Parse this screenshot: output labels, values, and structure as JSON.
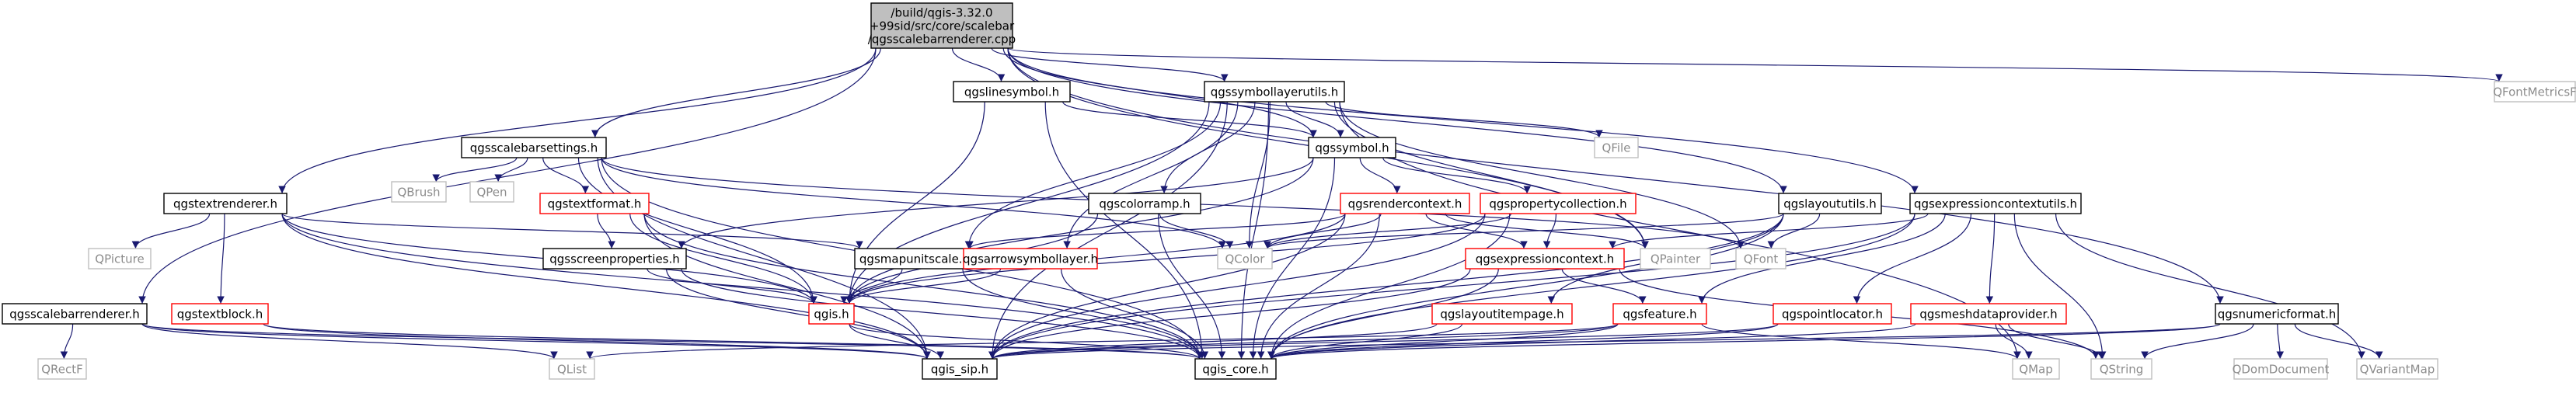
{
  "colors": {
    "edge": "#191970",
    "root_fill": "#bfbfbf",
    "root_stroke": "#000000",
    "normal_fill": "#ffffff",
    "normal_stroke": "#000000",
    "ext_stroke": "#bfbfbf",
    "ext_text": "#8c8c8c",
    "red_stroke": "#ff0000",
    "text": "#000000"
  },
  "nodes": {
    "root": {
      "lines": [
        "/build/qgis-3.32.0",
        "+99sid/src/core/scalebar",
        "/qgsscalebarrenderer.cpp"
      ],
      "kind": "root"
    },
    "qgslinesymbol": {
      "lines": [
        "qgslinesymbol.h"
      ],
      "kind": "normal"
    },
    "qgssymbollayerutils": {
      "lines": [
        "qgssymbollayerutils.h"
      ],
      "kind": "normal"
    },
    "qfontmetricsf": {
      "lines": [
        "QFontMetricsF"
      ],
      "kind": "external"
    },
    "qgsscalebarsettings": {
      "lines": [
        "qgsscalebarsettings.h"
      ],
      "kind": "normal"
    },
    "qgssymbol": {
      "lines": [
        "qgssymbol.h"
      ],
      "kind": "normal"
    },
    "qfile": {
      "lines": [
        "QFile"
      ],
      "kind": "external"
    },
    "qbrush": {
      "lines": [
        "QBrush"
      ],
      "kind": "external"
    },
    "qpen": {
      "lines": [
        "QPen"
      ],
      "kind": "external"
    },
    "qgstextformat": {
      "lines": [
        "qgstextformat.h"
      ],
      "kind": "red"
    },
    "qgstextrenderer": {
      "lines": [
        "qgstextrenderer.h"
      ],
      "kind": "normal"
    },
    "qgscolorramp": {
      "lines": [
        "qgscolorramp.h"
      ],
      "kind": "normal"
    },
    "qgsrendercontext": {
      "lines": [
        "qgsrendercontext.h"
      ],
      "kind": "red"
    },
    "qgspropertycollection": {
      "lines": [
        "qgspropertycollection.h"
      ],
      "kind": "red"
    },
    "qgslayoututils": {
      "lines": [
        "qgslayoututils.h"
      ],
      "kind": "normal"
    },
    "qgsexpressioncontextutils": {
      "lines": [
        "qgsexpressioncontextutils.h"
      ],
      "kind": "normal"
    },
    "qpicture": {
      "lines": [
        "QPicture"
      ],
      "kind": "external"
    },
    "qgsscreenproperties": {
      "lines": [
        "qgsscreenproperties.h"
      ],
      "kind": "normal"
    },
    "qgsmapunitscale": {
      "lines": [
        "qgsmapunitscale.h"
      ],
      "kind": "normal"
    },
    "qgsarrowsymbollayer": {
      "lines": [
        "qgsarrowsymbollayer.h"
      ],
      "kind": "red"
    },
    "qcolor": {
      "lines": [
        "QColor"
      ],
      "kind": "external"
    },
    "qgsexpressioncontext": {
      "lines": [
        "qgsexpressioncontext.h"
      ],
      "kind": "red"
    },
    "qpainter": {
      "lines": [
        "QPainter"
      ],
      "kind": "external"
    },
    "qfont": {
      "lines": [
        "QFont"
      ],
      "kind": "external"
    },
    "qgsscalebarrenderer": {
      "lines": [
        "qgsscalebarrenderer.h"
      ],
      "kind": "normal"
    },
    "qgstextblock": {
      "lines": [
        "qgstextblock.h"
      ],
      "kind": "red"
    },
    "qgis": {
      "lines": [
        "qgis.h"
      ],
      "kind": "red"
    },
    "qgslayoutitempage": {
      "lines": [
        "qgslayoutitempage.h"
      ],
      "kind": "red"
    },
    "qgsfeature": {
      "lines": [
        "qgsfeature.h"
      ],
      "kind": "red"
    },
    "qgspointlocator": {
      "lines": [
        "qgspointlocator.h"
      ],
      "kind": "red"
    },
    "qgsmeshdataprovider": {
      "lines": [
        "qgsmeshdataprovider.h"
      ],
      "kind": "red"
    },
    "qgsnumericformat": {
      "lines": [
        "qgsnumericformat.h"
      ],
      "kind": "normal"
    },
    "qrectf": {
      "lines": [
        "QRectF"
      ],
      "kind": "external"
    },
    "qlist": {
      "lines": [
        "QList"
      ],
      "kind": "external"
    },
    "qgis_sip": {
      "lines": [
        "qgis_sip.h"
      ],
      "kind": "normal"
    },
    "qgis_core": {
      "lines": [
        "qgis_core.h"
      ],
      "kind": "normal"
    },
    "qmap": {
      "lines": [
        "QMap"
      ],
      "kind": "external"
    },
    "qstring": {
      "lines": [
        "QString"
      ],
      "kind": "external"
    },
    "qdomdocument": {
      "lines": [
        "QDomDocument"
      ],
      "kind": "external"
    },
    "qvariantmap": {
      "lines": [
        "QVariantMap"
      ],
      "kind": "external"
    }
  },
  "edges": [
    [
      "root",
      "qgslinesymbol"
    ],
    [
      "root",
      "qgssymbollayerutils"
    ],
    [
      "root",
      "qfontmetricsf"
    ],
    [
      "root",
      "qgsscalebarsettings"
    ],
    [
      "root",
      "qgssymbol"
    ],
    [
      "root",
      "qgstextrenderer"
    ],
    [
      "root",
      "qgslayoututils"
    ],
    [
      "root",
      "qgsexpressioncontextutils"
    ],
    [
      "root",
      "qpainter"
    ],
    [
      "root",
      "qgsscalebarrenderer"
    ],
    [
      "root",
      "qgsnumericformat"
    ],
    [
      "qgslinesymbol",
      "qgssymbol"
    ],
    [
      "qgslinesymbol",
      "qgis"
    ],
    [
      "qgslinesymbol",
      "qgis_core"
    ],
    [
      "qgssymbollayerutils",
      "qgssymbol"
    ],
    [
      "qgssymbollayerutils",
      "qfile"
    ],
    [
      "qgssymbollayerutils",
      "qgscolorramp"
    ],
    [
      "qgssymbollayerutils",
      "qgsarrowsymbollayer"
    ],
    [
      "qgssymbollayerutils",
      "qgsmapunitscale"
    ],
    [
      "qgssymbollayerutils",
      "qcolor"
    ],
    [
      "qgssymbollayerutils",
      "qpainter"
    ],
    [
      "qgssymbollayerutils",
      "qfont"
    ],
    [
      "qgssymbollayerutils",
      "qmap"
    ],
    [
      "qgssymbollayerutils",
      "qgis"
    ],
    [
      "qgssymbollayerutils",
      "qgis_core"
    ],
    [
      "qgssymbollayerutils",
      "qgis_sip"
    ],
    [
      "qgsscalebarsettings",
      "qbrush"
    ],
    [
      "qgsscalebarsettings",
      "qpen"
    ],
    [
      "qgsscalebarsettings",
      "qgstextformat"
    ],
    [
      "qgsscalebarsettings",
      "qcolor"
    ],
    [
      "qgsscalebarsettings",
      "qfont"
    ],
    [
      "qgsscalebarsettings",
      "qgis"
    ],
    [
      "qgsscalebarsettings",
      "qgis_core"
    ],
    [
      "qgsscalebarsettings",
      "qgis_sip"
    ],
    [
      "qgssymbol",
      "qgsrendercontext"
    ],
    [
      "qgssymbol",
      "qgspropertycollection"
    ],
    [
      "qgssymbol",
      "qgsscreenproperties"
    ],
    [
      "qgssymbol",
      "qgis"
    ],
    [
      "qgssymbol",
      "qgis_core"
    ],
    [
      "qgstextformat",
      "qgsscreenproperties"
    ],
    [
      "qgstextformat",
      "qgis"
    ],
    [
      "qgstextformat",
      "qgis_core"
    ],
    [
      "qgstextformat",
      "qgis_sip"
    ],
    [
      "qgstextrenderer",
      "qpicture"
    ],
    [
      "qgstextrenderer",
      "qgstextblock"
    ],
    [
      "qgstextrenderer",
      "qgsmapunitscale"
    ],
    [
      "qgstextrenderer",
      "qgis"
    ],
    [
      "qgstextrenderer",
      "qgis_core"
    ],
    [
      "qgstextrenderer",
      "qgis_sip"
    ],
    [
      "qgscolorramp",
      "qcolor"
    ],
    [
      "qgscolorramp",
      "qgis"
    ],
    [
      "qgscolorramp",
      "qgis_core"
    ],
    [
      "qgsrendercontext",
      "qcolor"
    ],
    [
      "qgsrendercontext",
      "qpainter"
    ],
    [
      "qgsrendercontext",
      "qgsexpressioncontext"
    ],
    [
      "qgsrendercontext",
      "qgsmapunitscale"
    ],
    [
      "qgsrendercontext",
      "qgis"
    ],
    [
      "qgsrendercontext",
      "qgis_core"
    ],
    [
      "qgsrendercontext",
      "qgis_sip"
    ],
    [
      "qgspropertycollection",
      "qcolor"
    ],
    [
      "qgspropertycollection",
      "qgsexpressioncontext"
    ],
    [
      "qgspropertycollection",
      "qgis"
    ],
    [
      "qgspropertycollection",
      "qgis_core"
    ],
    [
      "qgspropertycollection",
      "qgis_sip"
    ],
    [
      "qgslayoututils",
      "qfont"
    ],
    [
      "qgslayoututils",
      "qcolor"
    ],
    [
      "qgslayoututils",
      "qgslayoutitempage"
    ],
    [
      "qgslayoututils",
      "qgis_core"
    ],
    [
      "qgslayoututils",
      "qgis_sip"
    ],
    [
      "qgsexpressioncontextutils",
      "qgsexpressioncontext"
    ],
    [
      "qgsexpressioncontextutils",
      "qgsfeature"
    ],
    [
      "qgsexpressioncontextutils",
      "qgspointlocator"
    ],
    [
      "qgsexpressioncontextutils",
      "qgsmeshdataprovider"
    ],
    [
      "qgsexpressioncontextutils",
      "qvariantmap"
    ],
    [
      "qgsexpressioncontextutils",
      "qstring"
    ],
    [
      "qgsexpressioncontextutils",
      "qgis_core"
    ],
    [
      "qgsexpressioncontextutils",
      "qgis_sip"
    ],
    [
      "qgsscreenproperties",
      "qgis"
    ],
    [
      "qgsscreenproperties",
      "qgis_core"
    ],
    [
      "qgsscreenproperties",
      "qgis_sip"
    ],
    [
      "qgsmapunitscale",
      "qgis"
    ],
    [
      "qgsmapunitscale",
      "qgis_core"
    ],
    [
      "qgsarrowsymbollayer",
      "qgis"
    ],
    [
      "qgsarrowsymbollayer",
      "qgis_core"
    ],
    [
      "qgsexpressioncontext",
      "qgsfeature"
    ],
    [
      "qgsexpressioncontext",
      "qstring"
    ],
    [
      "qgsexpressioncontext",
      "qgis_core"
    ],
    [
      "qgsexpressioncontext",
      "qgis_sip"
    ],
    [
      "qgsscalebarrenderer",
      "qrectf"
    ],
    [
      "qgsscalebarrenderer",
      "qlist"
    ],
    [
      "qgsscalebarrenderer",
      "qgis_core"
    ],
    [
      "qgsscalebarrenderer",
      "qgis_sip"
    ],
    [
      "qgstextblock",
      "qgis_core"
    ],
    [
      "qgstextblock",
      "qgis_sip"
    ],
    [
      "qgis",
      "qgis_sip"
    ],
    [
      "qgis",
      "qgis_core"
    ],
    [
      "qgslayoutitempage",
      "qgis_core"
    ],
    [
      "qgslayoutitempage",
      "qgis_sip"
    ],
    [
      "qgsfeature",
      "qmap"
    ],
    [
      "qgsfeature",
      "qlist"
    ],
    [
      "qgsfeature",
      "qgis_core"
    ],
    [
      "qgsfeature",
      "qgis_sip"
    ],
    [
      "qgspointlocator",
      "qgis_core"
    ],
    [
      "qgspointlocator",
      "qgis_sip"
    ],
    [
      "qgsmeshdataprovider",
      "qmap"
    ],
    [
      "qgsmeshdataprovider",
      "qstring"
    ],
    [
      "qgsmeshdataprovider",
      "qgis_core"
    ],
    [
      "qgsnumericformat",
      "qstring"
    ],
    [
      "qgsnumericformat",
      "qdomdocument"
    ],
    [
      "qgsnumericformat",
      "qvariantmap"
    ],
    [
      "qgsnumericformat",
      "qgis_core"
    ],
    [
      "qgsnumericformat",
      "qgis_sip"
    ]
  ]
}
